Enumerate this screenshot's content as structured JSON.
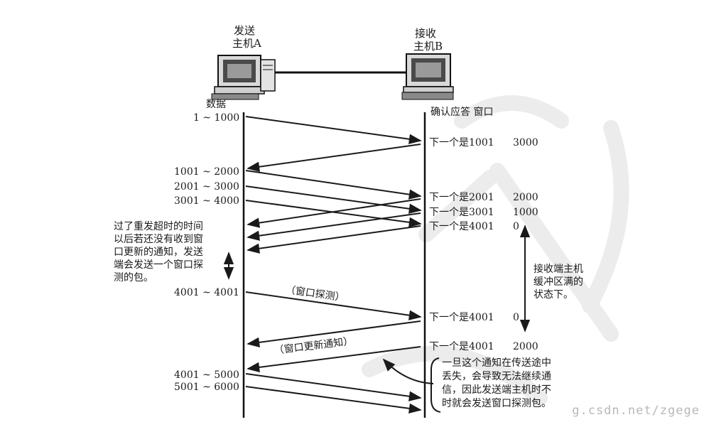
{
  "hosts": {
    "sender": {
      "line1": "发送",
      "line2": "主机A"
    },
    "receiver": {
      "line1": "接收",
      "line2": "主机B"
    }
  },
  "headers": {
    "data": "数据",
    "receiver_cols": "确认应答 窗口"
  },
  "data_ranges": [
    "1 ~ 1000",
    "1001 ~ 2000",
    "2001 ~ 3000",
    "3001 ~ 4000",
    "4001 ~ 4001",
    "4001 ~ 5000",
    "5001 ~ 6000"
  ],
  "ack_rows": [
    {
      "ack": "下一个是1001",
      "window": "3000"
    },
    {
      "ack": "下一个是2001",
      "window": "2000"
    },
    {
      "ack": "下一个是3001",
      "window": "1000"
    },
    {
      "ack": "下一个是4001",
      "window": "0"
    },
    {
      "ack": "下一个是4001",
      "window": "0"
    },
    {
      "ack": "下一个是4001",
      "window": "2000"
    }
  ],
  "notes": {
    "timeout": [
      "过了重发超时的时间",
      "以后若还没有收到窗",
      "口更新的通知，发送",
      "端会发送一个窗口探",
      "测的包。"
    ],
    "buffer_full": [
      "接收端主机",
      "缓冲区满的",
      "状态下。"
    ],
    "lost": [
      "一旦这个通知在传送途中",
      "丢失，会导致无法继续通",
      "信，因此发送端主机时不",
      "时就会发送窗口探测包。"
    ]
  },
  "arrow_labels": {
    "probe": "（窗口探测）",
    "update": "（窗口更新通知）"
  },
  "watermark": "g.csdn.net/zgege"
}
